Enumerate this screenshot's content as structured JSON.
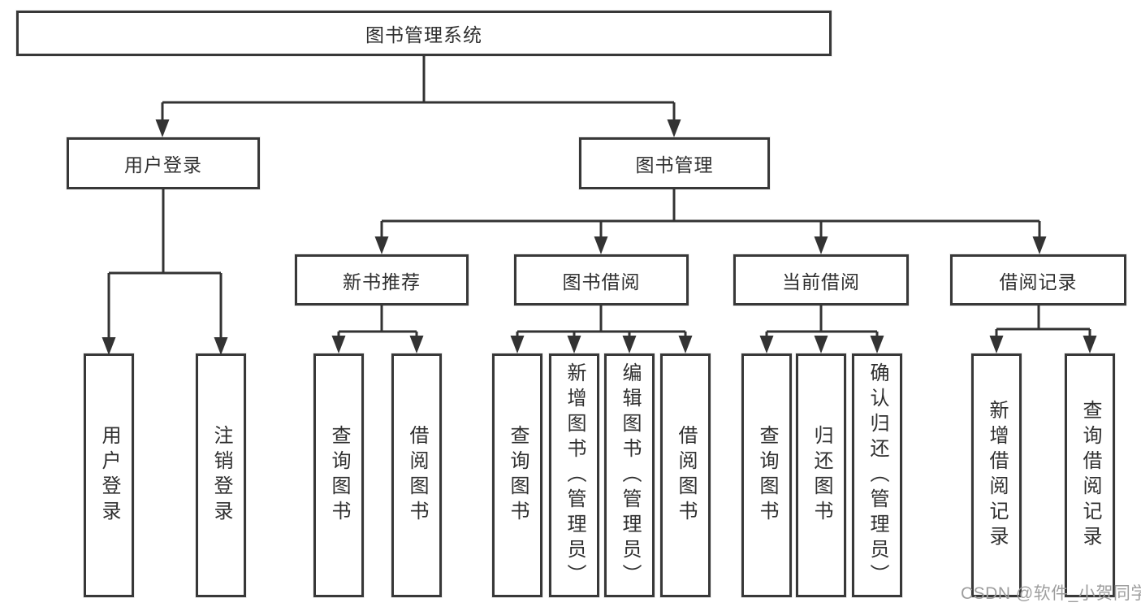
{
  "diagram": {
    "root": {
      "label": "图书管理系统"
    },
    "level2": [
      {
        "label": "用户登录"
      },
      {
        "label": "图书管理"
      }
    ],
    "level3": [
      {
        "label": "新书推荐"
      },
      {
        "label": "图书借阅"
      },
      {
        "label": "当前借阅"
      },
      {
        "label": "借阅记录"
      }
    ],
    "leaves": [
      {
        "label": "用户登录"
      },
      {
        "label": "注销登录"
      },
      {
        "label": "查询图书"
      },
      {
        "label": "借阅图书"
      },
      {
        "label": "查询图书"
      },
      {
        "label": "新增图书（管理员）"
      },
      {
        "label": "编辑图书（管理员）"
      },
      {
        "label": "借阅图书"
      },
      {
        "label": "查询图书"
      },
      {
        "label": "归还图书"
      },
      {
        "label": "确认归还（管理员）"
      },
      {
        "label": "新增借阅记录"
      },
      {
        "label": "查询借阅记录"
      }
    ]
  },
  "watermark": {
    "text": "CSDN @软件_小贺同学"
  },
  "colors": {
    "line": "#333333",
    "box_border": "#383838",
    "text": "#2f2f2f",
    "watermark": "#9e9e9e",
    "background": "#ffffff"
  }
}
